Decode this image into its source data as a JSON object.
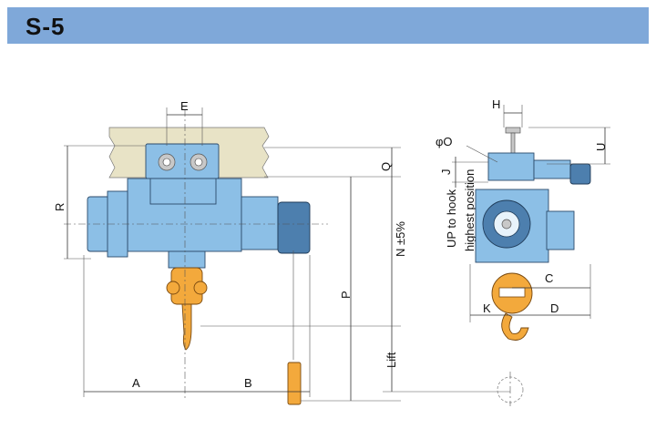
{
  "header": {
    "title": "S-5"
  },
  "dimensions": {
    "A": "A",
    "B": "B",
    "C": "C",
    "D": "D",
    "E": "E",
    "H": "H",
    "J": "J",
    "K": "K",
    "N": "N ±5%",
    "O": "φO",
    "P": "P",
    "Q": "Q",
    "R": "R",
    "U": "U",
    "lift": "Lift",
    "up_to_hook_line1": "UP to hook",
    "up_to_hook_line2": "highest position"
  },
  "colors": {
    "header": "#7fa8d9",
    "hoist_body": "#8cbfe6",
    "hoist_dark": "#4d7fae",
    "hook_block": "#f3a93c",
    "rail": "#e8e3c6"
  }
}
